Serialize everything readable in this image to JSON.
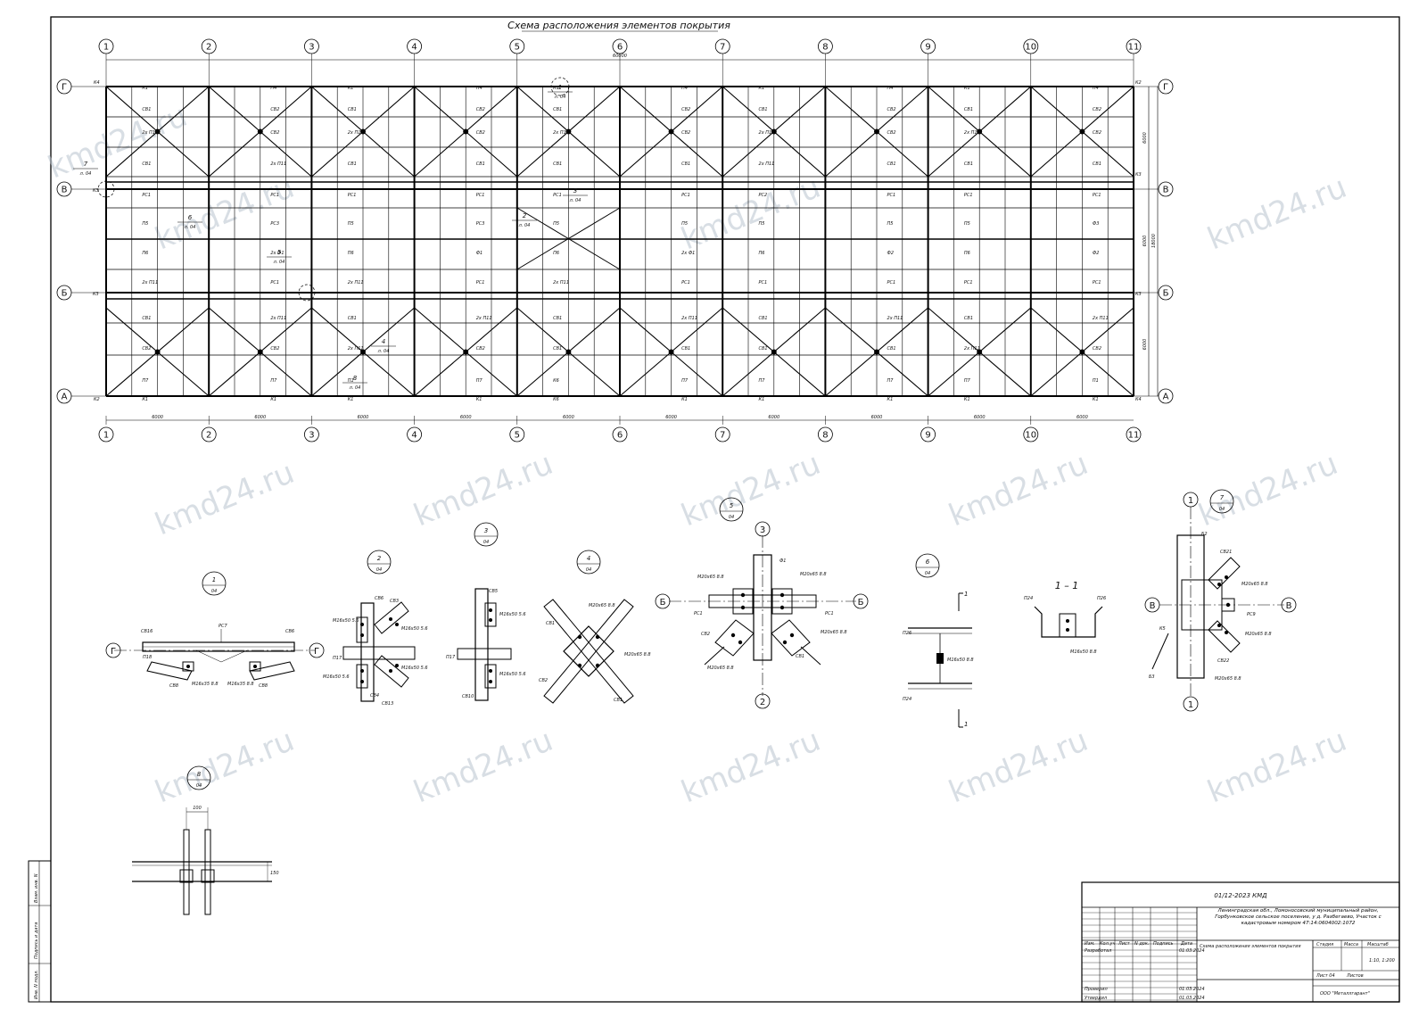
{
  "title": "Схема расположения элементов покрытия",
  "axes_numbers": [
    "1",
    "2",
    "3",
    "4",
    "5",
    "6",
    "7",
    "8",
    "9",
    "10",
    "11"
  ],
  "axes_letters": [
    "Г",
    "В",
    "Б",
    "А"
  ],
  "dimensions": {
    "total": "60000",
    "span": "6000",
    "right": [
      "6000",
      "18000",
      "6000",
      "6000"
    ]
  },
  "plan_labels": {
    "k1": "К1",
    "k2": "К2",
    "k3": "К3",
    "k4": "К4",
    "k5": "К5",
    "k6": "К6",
    "p4": "П4",
    "p7": "П7",
    "p5": "П5",
    "p6": "П6",
    "p1": "П1",
    "sv1": "СВ1",
    "sv2": "СВ2",
    "rs1": "РС1",
    "rs2": "РС2",
    "rs3": "РС3",
    "f1": "Ф1",
    "f2": "Ф2",
    "f3": "Ф3",
    "tw_p11": "2х П11",
    "tw_f1": "2х Ф1"
  },
  "callouts": [
    {
      "num": "1",
      "sheet": "л. 04"
    },
    {
      "num": "2",
      "sheet": "л. 04"
    },
    {
      "num": "3",
      "sheet": "л. 04"
    },
    {
      "num": "4",
      "sheet": "л. 04"
    },
    {
      "num": "5",
      "sheet": "л. 04"
    },
    {
      "num": "6",
      "sheet": "л. 04"
    },
    {
      "num": "7",
      "sheet": "л. 04"
    },
    {
      "num": "8",
      "sheet": "л. 04"
    }
  ],
  "nodes": [
    {
      "num": "1",
      "sheet": "04"
    },
    {
      "num": "2",
      "sheet": "04"
    },
    {
      "num": "3",
      "sheet": "04"
    },
    {
      "num": "4",
      "sheet": "04"
    },
    {
      "num": "5",
      "sheet": "04"
    },
    {
      "num": "6",
      "sheet": "04"
    },
    {
      "num": "7",
      "sheet": "04"
    },
    {
      "num": "8",
      "sheet": "04"
    }
  ],
  "node_labels": {
    "n1": [
      "СВ16",
      "РС7",
      "СВ6",
      "П18",
      "СВ8",
      "М16х35 8.8",
      "М16х35 8.8",
      "СВ8"
    ],
    "n2": [
      "СВ6",
      "СВ3",
      "М16х50 5.6",
      "М16х50 5.6",
      "П17",
      "М16х50 5.6",
      "М16х50 5.6",
      "СВ4",
      "СВ13"
    ],
    "n3": [
      "СВ5",
      "М16х50 5.6",
      "П17",
      "М16х50 5.6",
      "СВ10"
    ],
    "n4": [
      "М20х65 8.8",
      "СВ1",
      "М20х65 8.8",
      "СВ2",
      "СВ1"
    ],
    "n5": [
      "Ф1",
      "М20х65 8.8",
      "М20х65 8.8",
      "РС1",
      "РС1",
      "СВ2",
      "М20х65 8.8",
      "М20х65 8.8",
      "СВ1"
    ],
    "n6": [
      "П26",
      "М16х50 8.8",
      "П24"
    ],
    "sec": [
      "П24",
      "П26",
      "М16х50 8.8"
    ],
    "n7": [
      "Б2",
      "СВ21",
      "М20х65 8.8",
      "РС9",
      "М20х65 8.8",
      "К5",
      "Б3",
      "СВ22",
      "М20х65 8.8"
    ],
    "n8": [
      "100",
      "150"
    ]
  },
  "section": {
    "label": "1 – 1",
    "cut": "1"
  },
  "stamp": {
    "code": "01/12-2023 КМД",
    "address": "Ленинградская обл., Ломоносовский муниципальный район, Горбунковское сельское поселение, у д. Разбегаево, Участок с кадастровым номером 47:14:0604002:1072",
    "sheet_title": "Схема расположения элементов покрытия",
    "hdr_cols": [
      "Изм.",
      "Кол.уч",
      "Лист",
      "N док.",
      "Подпись",
      "Дата"
    ],
    "razrab": "Разработал",
    "proveril": "Проверил",
    "utverdil": "Утвердил",
    "date": "01.03.2024",
    "stadiya": "Стадия",
    "massa": "Масса",
    "masshtab": "Масштаб",
    "scale_val": "1:10, 1:200",
    "list": "Лист 04",
    "listov": "Листов",
    "org": "ООО \"Металлгарант\""
  },
  "side_labels": [
    "Взам. инв. N",
    "Подпись и дата",
    "Инв. N подл."
  ],
  "watermark": "kmd24.ru"
}
